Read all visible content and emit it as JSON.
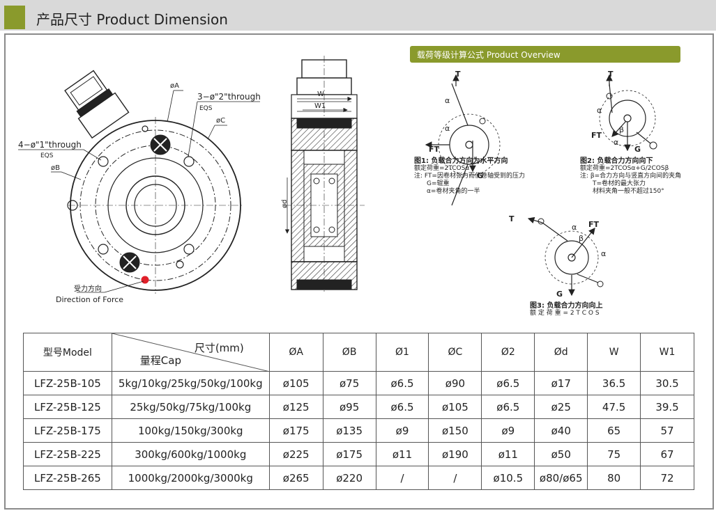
{
  "header": {
    "title": "产品尺寸 Product Dimension",
    "accent_color": "#8a9a2c",
    "bar_color": "#d9d9d9"
  },
  "drawing": {
    "labels": {
      "dia_a": "øA",
      "dia_b": "øB",
      "dia_c": "øC",
      "holes_3": "3−ø\"2\"through",
      "holes_3_eqs": "EQS",
      "holes_4": "4−ø\"1\"through",
      "holes_4_eqs": "EQS",
      "force_cn": "受力方向",
      "force_en": "Direction of Force",
      "w": "W",
      "w1": "W1",
      "d": "ød"
    }
  },
  "formula": {
    "banner": "载荷等级计算公式 Product Overview",
    "fig1": {
      "title": "图1: 负载合力方向为水平方向",
      "lines": [
        "额定荷重=2TCOSα",
        "注: FT=因卷材张力而使卷轴受到的压力",
        "    G=辊重",
        "    α=卷材夹角的一半"
      ],
      "labels": {
        "t": "T",
        "ft": "FT",
        "g": "G",
        "alpha1": "α",
        "alpha2": "α"
      }
    },
    "fig2": {
      "title": "图2: 负载合力方向向下",
      "lines": [
        "额定荷重=2TCOSα+G/2COSβ",
        "注: β=合力方向与竖直方向间的夹角",
        "    T=卷材的最大张力",
        "    材料夹角一般不超过150°"
      ],
      "labels": {
        "t": "T",
        "ft": "FT",
        "g": "G",
        "alpha1": "α",
        "alpha2": "α",
        "beta": "β"
      }
    },
    "fig3": {
      "title": "图3: 负载合力方向向上",
      "lines": [
        "额 定 荷 重 = 2 T C O S"
      ],
      "labels": {
        "t": "T",
        "ft": "FT",
        "g": "G",
        "alpha1": "α",
        "alpha2": "α",
        "beta": "β"
      }
    }
  },
  "table": {
    "header": {
      "model": "型号Model",
      "size": "尺寸(mm)",
      "cap": "量程Cap",
      "cols": [
        "ØA",
        "ØB",
        "Ø1",
        "ØC",
        "Ø2",
        "Ød",
        "W",
        "W1"
      ]
    },
    "rows": [
      {
        "model": "LFZ-25B-105",
        "cap": "5kg/10kg/25kg/50kg/100kg",
        "vals": [
          "ø105",
          "ø75",
          "ø6.5",
          "ø90",
          "ø6.5",
          "ø17",
          "36.5",
          "30.5"
        ]
      },
      {
        "model": "LFZ-25B-125",
        "cap": "25kg/50kg/75kg/100kg",
        "vals": [
          "ø125",
          "ø95",
          "ø6.5",
          "ø105",
          "ø6.5",
          "ø25",
          "47.5",
          "39.5"
        ]
      },
      {
        "model": "LFZ-25B-175",
        "cap": "100kg/150kg/300kg",
        "vals": [
          "ø175",
          "ø135",
          "ø9",
          "ø150",
          "ø9",
          "ø40",
          "65",
          "57"
        ]
      },
      {
        "model": "LFZ-25B-225",
        "cap": "300kg/600kg/1000kg",
        "vals": [
          "ø225",
          "ø175",
          "ø11",
          "ø190",
          "ø11",
          "ø50",
          "75",
          "67"
        ]
      },
      {
        "model": "LFZ-25B-265",
        "cap": "1000kg/2000kg/3000kg",
        "vals": [
          "ø265",
          "ø220",
          "/",
          "/",
          "ø10.5",
          "ø80/ø65",
          "80",
          "72"
        ]
      }
    ]
  }
}
